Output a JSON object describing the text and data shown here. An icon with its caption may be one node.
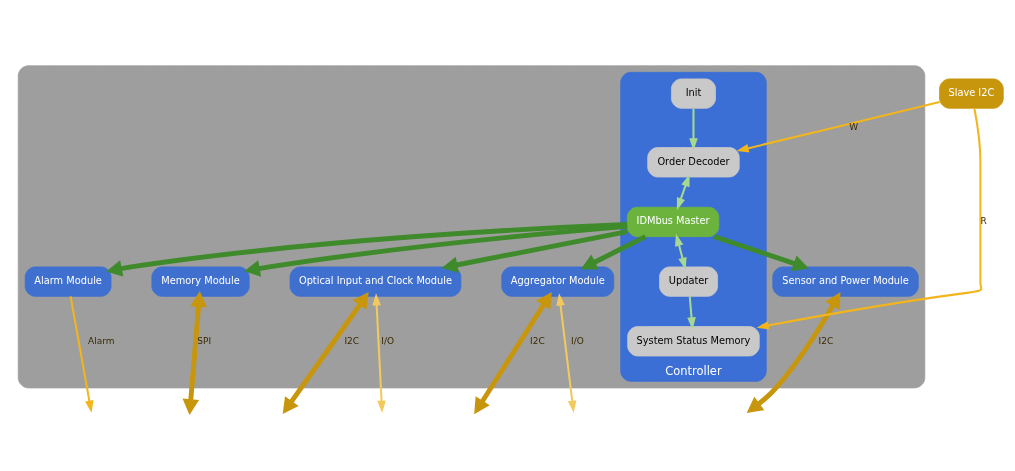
{
  "diagram": {
    "nodes": [
      {
        "text": [],
        "shape": "box"
      },
      {
        "text": [
          "Controller"
        ],
        "in": 0
      },
      {
        "text": [
          "Order Decoder"
        ],
        "in": 1
      },
      {
        "text": [
          "Init"
        ],
        "in": 1
      },
      {
        "text": [
          "Slave I2C"
        ]
      },
      {
        "text": [
          "IDMbus Master"
        ],
        "in": 1
      },
      {
        "text": [
          "System Status Memory"
        ],
        "in": 1
      },
      {
        "text": [
          "Updater"
        ],
        "in": 1
      },
      {
        "text": [
          "Alarm Module"
        ],
        "in": 0
      },
      {
        "text": [
          "Memory Module"
        ],
        "in": 0
      },
      {
        "text": [
          "Optical Input and Clock Module"
        ],
        "in": 0
      },
      {
        "text": [
          "Aggregator Module"
        ],
        "in": 0
      },
      {
        "text": [
          "Sensor and Power Module"
        ],
        "in": 0
      }
    ],
    "edges": [
      {
        "from": 3,
        "to": 2,
        "arrow": "to",
        "color": "#a6d98f"
      },
      {
        "from": 4,
        "to": 2,
        "arrow": "to",
        "label": "W",
        "color": "#f2b51c"
      },
      {
        "from": 4,
        "to": 6,
        "arrow": "to",
        "label": "R",
        "color": "#f2b51c"
      },
      {
        "from": 2,
        "to": 5,
        "arrow": "both",
        "color": "#a6d98f"
      },
      {
        "from": 5,
        "to": 7,
        "arrow": "both",
        "color": "#a6d98f"
      },
      {
        "from": 7,
        "to": 6,
        "arrow": "to",
        "color": "#a6d98f"
      },
      {
        "from": 5,
        "to": 8,
        "arrow": "to",
        "style": "thick",
        "color": "#3f8a2a"
      },
      {
        "from": 5,
        "to": 9,
        "arrow": "to",
        "style": "thick",
        "color": "#3f8a2a"
      },
      {
        "from": 5,
        "to": 10,
        "arrow": "to",
        "style": "thick",
        "color": "#3f8a2a"
      },
      {
        "from": 5,
        "to": 11,
        "arrow": "to",
        "style": "thick",
        "color": "#3f8a2a"
      },
      {
        "from": 5,
        "to": 12,
        "arrow": "to",
        "style": "thick",
        "color": "#3f8a2a"
      },
      {
        "from": 8,
        "to": null,
        "arrow": "to",
        "label": "Alarm",
        "color": "#f2b51c"
      },
      {
        "from": 9,
        "to": null,
        "arrow": "both",
        "label": "SPI",
        "style": "thick",
        "color": "#c8960c"
      },
      {
        "from": 10,
        "to": null,
        "arrow": "both",
        "label": "I2C",
        "style": "thick",
        "color": "#c8960c"
      },
      {
        "from": 10,
        "to": null,
        "arrow": "both",
        "label": "I/O",
        "color": "#f2c95c"
      },
      {
        "from": 11,
        "to": null,
        "arrow": "both",
        "label": "I2C",
        "style": "thick",
        "color": "#c8960c"
      },
      {
        "from": 11,
        "to": null,
        "arrow": "both",
        "label": "I/O",
        "color": "#f2c95c"
      },
      {
        "from": 12,
        "to": null,
        "arrow": "both",
        "label": "I2C",
        "style": "thick",
        "color": "#c8960c"
      }
    ]
  }
}
